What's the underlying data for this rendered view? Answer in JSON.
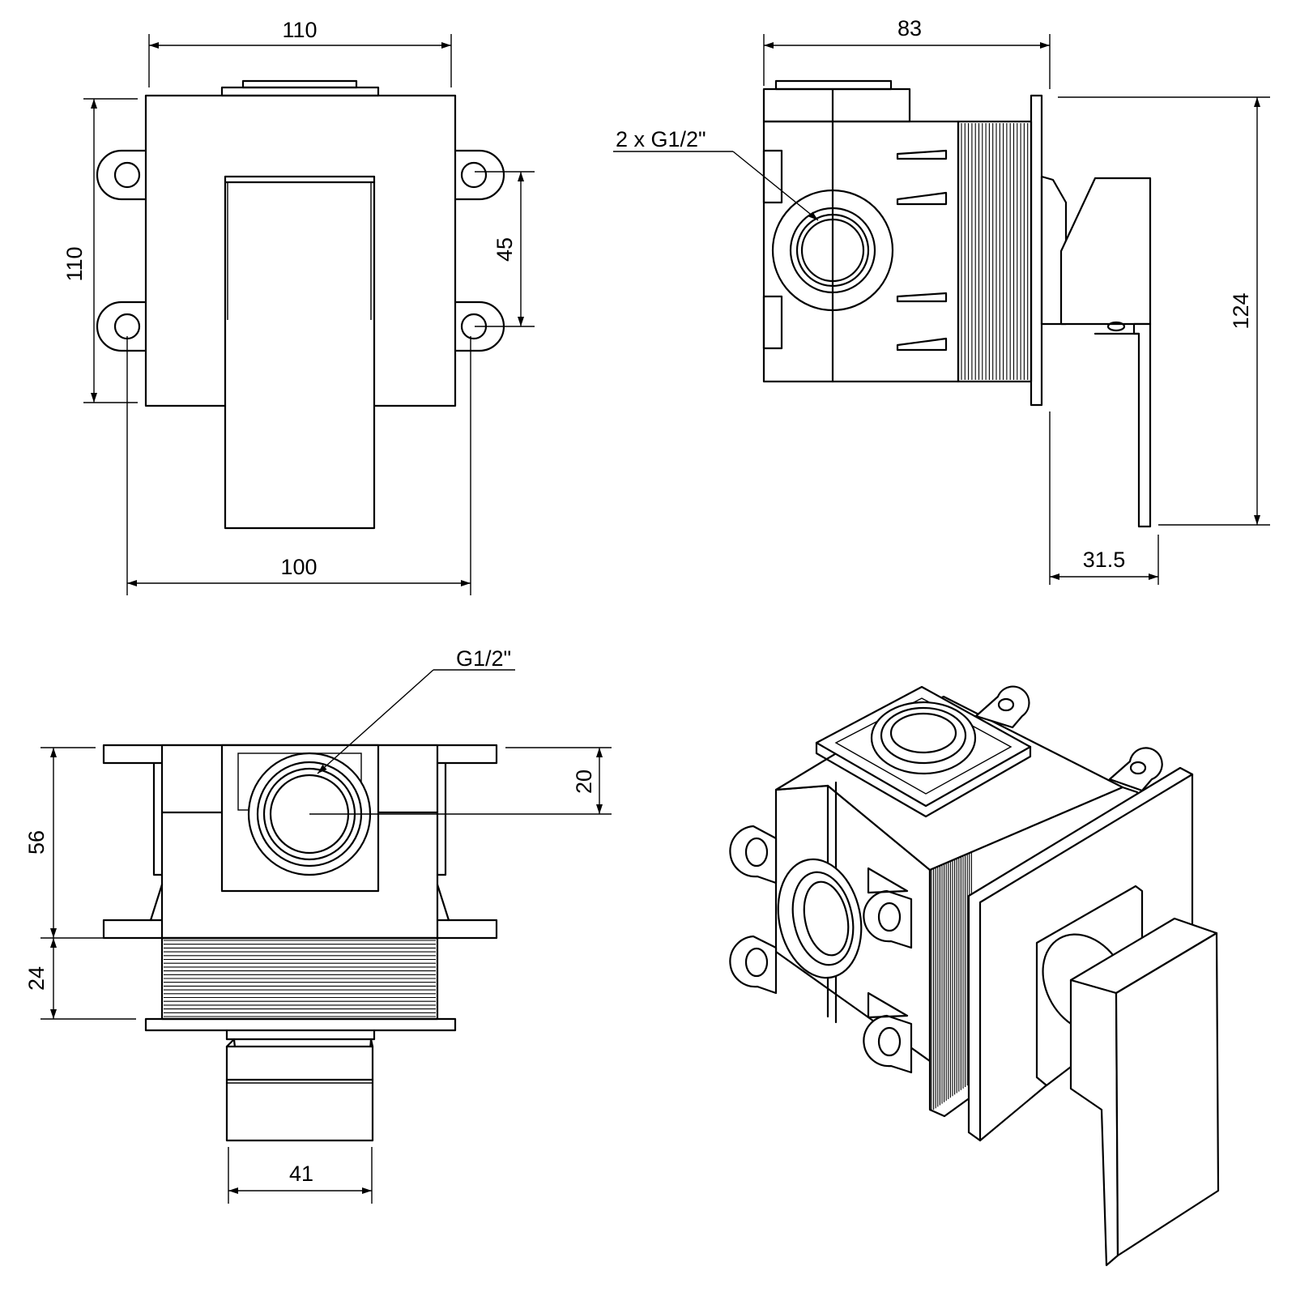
{
  "dimensions": {
    "front_top_width": "110",
    "front_height": "110",
    "front_lug_spacing": "45",
    "front_bottom_width": "100",
    "side_depth": "83",
    "side_height": "124",
    "side_handle_depth": "31.5",
    "side_thread_callout": "2 x G1/2\"",
    "top_thread_callout": "G1/2\"",
    "top_height": "56",
    "top_port_offset": "20",
    "top_thread_length": "24",
    "top_handle_width": "41"
  }
}
